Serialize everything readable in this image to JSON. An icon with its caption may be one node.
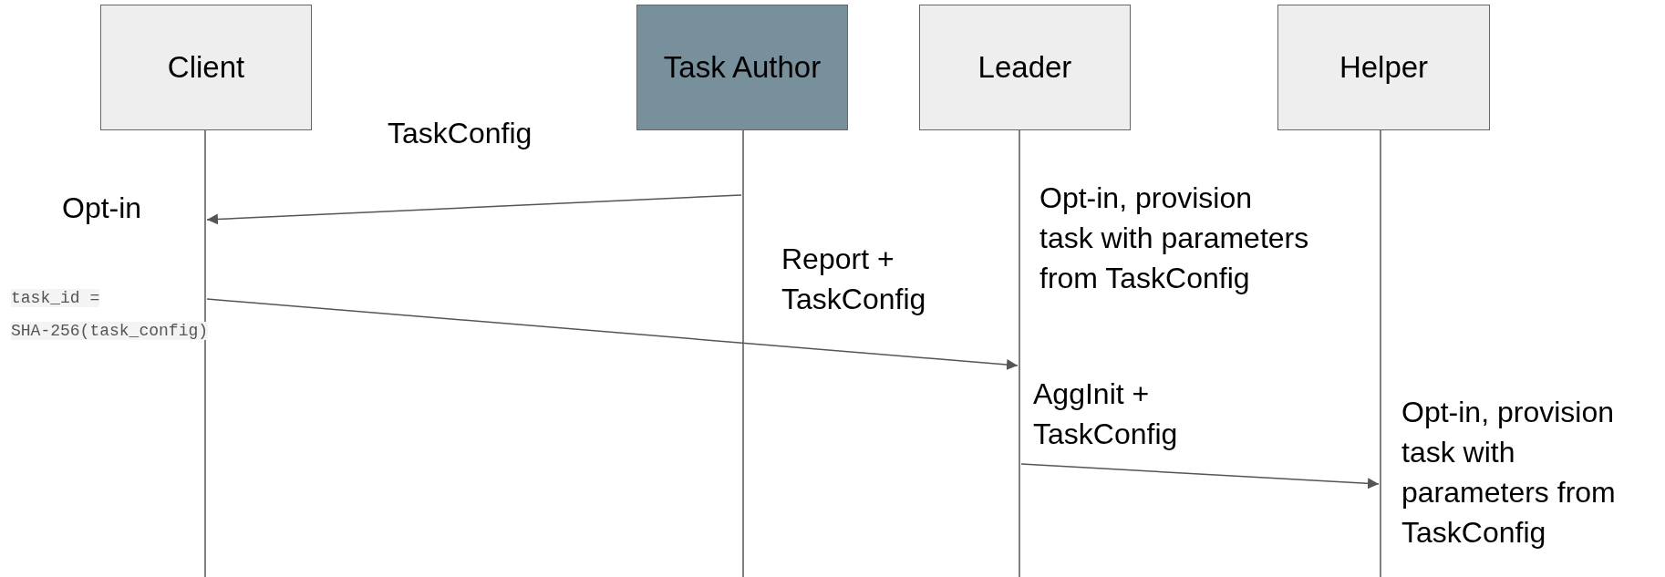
{
  "diagram": {
    "nodes": [
      {
        "text": [
          "Client"
        ]
      },
      {
        "text": [
          "Task Author"
        ]
      },
      {
        "text": [
          "Leader"
        ],
        "beside": [
          "Opt-in, provision task with parameters from TaskConfig"
        ]
      },
      {
        "text": [
          "Helper"
        ],
        "beside": [
          "Opt-in, provision task with parameters from TaskConfig"
        ]
      }
    ],
    "edges": [
      {
        "from": 1,
        "to": 0,
        "arrow": "to",
        "label": "TaskConfig"
      },
      {
        "from": 0,
        "to": 2,
        "arrow": "to",
        "label": "Report + TaskConfig"
      },
      {
        "from": 2,
        "to": 3,
        "arrow": "to",
        "label": "AggInit + TaskConfig"
      }
    ],
    "labels": [
      "Opt-in",
      "task_id = SHA-256(task_config)"
    ]
  }
}
